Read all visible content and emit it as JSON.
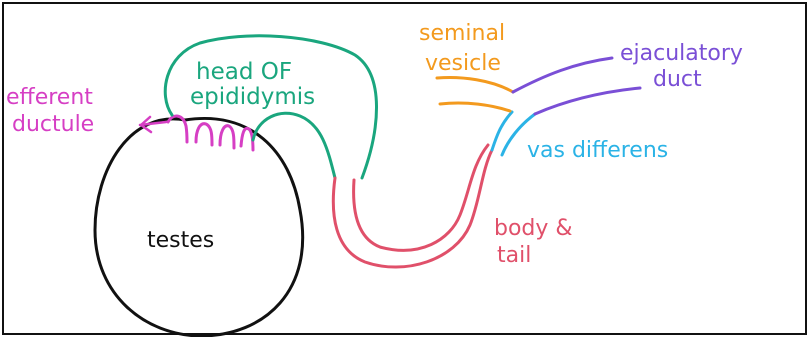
{
  "labels": {
    "testes": "testes",
    "head_line1": "head OF",
    "head_line2": "epididymis",
    "efferent_line1": "efferent",
    "efferent_line2": "ductule",
    "seminal_line1": "seminal",
    "seminal_line2": "vesicle",
    "ejaculatory_line1": "ejaculatory",
    "ejaculatory_line2": "duct",
    "vas_deferens": "vas differens",
    "body_line1": "body &",
    "body_line2": "tail"
  },
  "colors": {
    "testes": "#111111",
    "epididymis_head": "#1aa67e",
    "efferent": "#d63fc4",
    "body_tail": "#e0506a",
    "vas_deferens": "#2bb3e6",
    "seminal_vesicle": "#f39a1e",
    "ejaculatory_duct": "#7a4fd6",
    "frame": "#111111"
  }
}
